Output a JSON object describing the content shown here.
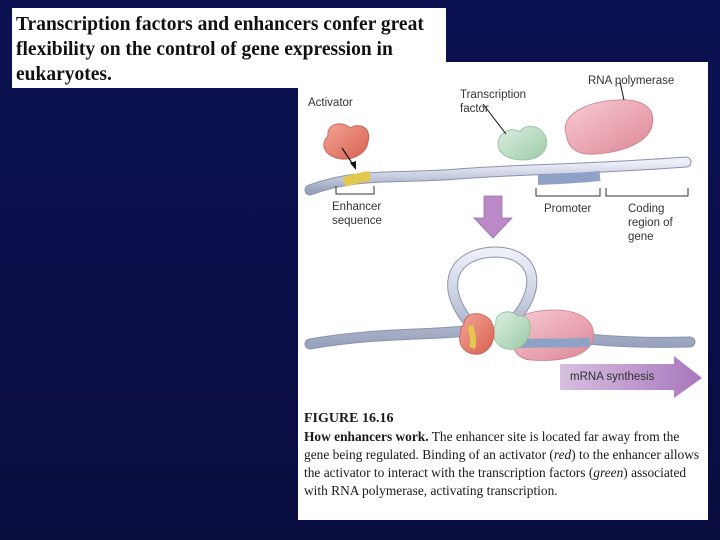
{
  "slide": {
    "title": "Transcription factors and enhancers confer great flexibility on the control of gene expression in eukaryotes."
  },
  "figure": {
    "labels": {
      "activator": "Activator",
      "transcription_factor": "Transcription factor",
      "rna_polymerase": "RNA polymerase",
      "enhancer_sequence": "Enhancer sequence",
      "promoter": "Promoter",
      "coding_region": "Coding region of gene",
      "mrna_synthesis": "mRNA synthesis"
    },
    "caption": {
      "figure_number": "FIGURE 16.16",
      "lead": "How enhancers work.",
      "text_1": " The enhancer site is located far away from the gene being regulated. Binding of an activator (",
      "red_word": "red",
      "text_2": ") to the enhancer allows the activator to interact with the transcription factors (",
      "green_word": "green",
      "text_3": ") associated with RNA polymerase, activating transcription."
    },
    "colors": {
      "activator": "#e8796a",
      "transcription_factor": "#bcdcc4",
      "rna_polymerase": "#efa9b4",
      "dna": "#c9cfe0",
      "enhancer": "#e9d36a",
      "promoter": "#8ea2c8",
      "arrow": "#b98ac7"
    }
  }
}
